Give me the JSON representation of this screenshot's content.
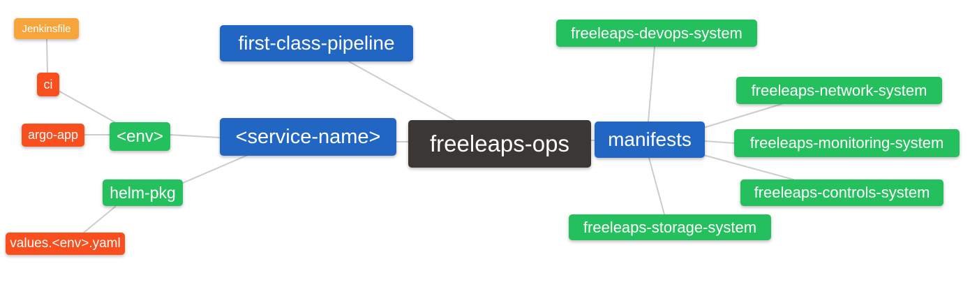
{
  "diagram": {
    "type": "mindmap",
    "root_label": "freeleaps-ops",
    "colors": {
      "background": "#ffffff",
      "root_bg": "#3b3735",
      "branch_bg": "#2266c4",
      "green_bg": "#25c05e",
      "red_bg": "#f94e1d",
      "orange_bg": "#f7a43b",
      "text": "#ffffff",
      "edge": "#cccccc"
    },
    "nodes": {
      "jenkinsfile": {
        "label": "Jenkinsfile",
        "role": "leaf-orange"
      },
      "ci": {
        "label": "ci",
        "role": "leaf-red"
      },
      "argo_app": {
        "label": "argo-app",
        "role": "leaf-red"
      },
      "env": {
        "label": "<env>",
        "role": "leaf-green"
      },
      "helm_pkg": {
        "label": "helm-pkg",
        "role": "leaf-green"
      },
      "values_env_yaml": {
        "label": "values.<env>.yaml",
        "role": "leaf-red"
      },
      "first_class_pipeline": {
        "label": "first-class-pipeline",
        "role": "branch"
      },
      "service_name": {
        "label": "<service-name>",
        "role": "branch"
      },
      "freeleaps_ops": {
        "label": "freeleaps-ops",
        "role": "root"
      },
      "manifests": {
        "label": "manifests",
        "role": "branch"
      },
      "devops_system": {
        "label": "freeleaps-devops-system",
        "role": "leaf-green"
      },
      "network_system": {
        "label": "freeleaps-network-system",
        "role": "leaf-green"
      },
      "monitoring_system": {
        "label": "freeleaps-monitoring-system",
        "role": "leaf-green"
      },
      "controls_system": {
        "label": "freeleaps-controls-system",
        "role": "leaf-green"
      },
      "storage_system": {
        "label": "freeleaps-storage-system",
        "role": "leaf-green"
      }
    },
    "edges": [
      {
        "from": "jenkinsfile",
        "to": "ci"
      },
      {
        "from": "ci",
        "to": "env"
      },
      {
        "from": "argo_app",
        "to": "env"
      },
      {
        "from": "env",
        "to": "service_name"
      },
      {
        "from": "helm_pkg",
        "to": "service_name"
      },
      {
        "from": "values_env_yaml",
        "to": "helm_pkg"
      },
      {
        "from": "first_class_pipeline",
        "to": "freeleaps_ops"
      },
      {
        "from": "service_name",
        "to": "freeleaps_ops"
      },
      {
        "from": "freeleaps_ops",
        "to": "manifests"
      },
      {
        "from": "manifests",
        "to": "devops_system"
      },
      {
        "from": "manifests",
        "to": "network_system"
      },
      {
        "from": "manifests",
        "to": "monitoring_system"
      },
      {
        "from": "manifests",
        "to": "controls_system"
      },
      {
        "from": "manifests",
        "to": "storage_system"
      }
    ]
  }
}
